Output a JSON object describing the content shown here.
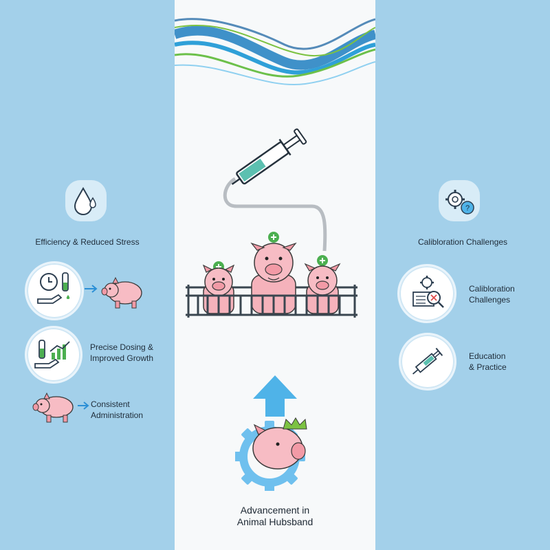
{
  "left": {
    "heading": "Efficiency & Reduced Stress",
    "item2": {
      "line1": "Precise Dosing &",
      "line2": "Improved Growth"
    },
    "item3": {
      "line1": "Consistent",
      "line2": "Administration"
    }
  },
  "right": {
    "heading": "Calibloration Challenges",
    "item1": {
      "line1": "Calibloration",
      "line2": "Challenges"
    },
    "item2": {
      "line1": "Education",
      "line2": "& Practice"
    }
  },
  "center": {
    "bottom_title_line1": "Advancement in",
    "bottom_title_line2": "Animal Hubsband"
  },
  "colors": {
    "panel_blue": "#a3d0ea",
    "pig_pink": "#f4a7b0",
    "accent_green": "#4caf50",
    "arrow_blue": "#4fb3e8",
    "gear_blue": "#6fc0ee",
    "crown_green": "#7cc242"
  },
  "icons": [
    "water-drop-icon",
    "clock-icon",
    "test-tube-icon",
    "hand-icon",
    "pig-icon",
    "growth-chart-icon",
    "gear-question-icon",
    "book-magnifier-icon",
    "syringe-icon",
    "crown-icon",
    "gear-icon"
  ]
}
